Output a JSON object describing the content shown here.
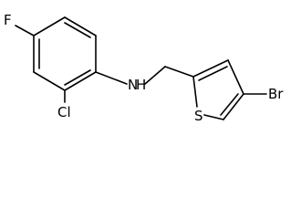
{
  "labels": {
    "fluorine": "F",
    "chlorine": "Cl",
    "amine": "N",
    "amine_h": "H",
    "sulfur": "S",
    "bromine": "Br"
  },
  "colors": {
    "bond": "#000000",
    "background": "#ffffff"
  }
}
